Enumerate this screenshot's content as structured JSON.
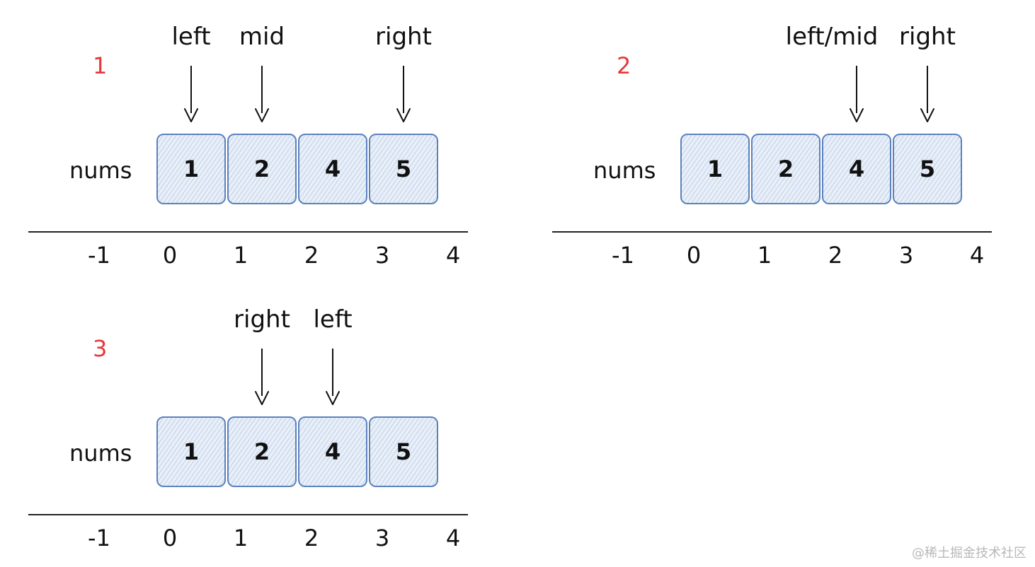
{
  "array_label": "nums",
  "array_values": [
    "1",
    "2",
    "4",
    "5"
  ],
  "tick_labels": [
    "-1",
    "0",
    "1",
    "2",
    "3",
    "4"
  ],
  "panels": [
    {
      "number": "1",
      "pointers": [
        {
          "label": "left",
          "index": 0
        },
        {
          "label": "mid",
          "index": 1
        },
        {
          "label": "right",
          "index": 3
        }
      ]
    },
    {
      "number": "2",
      "pointers": [
        {
          "label": "left/mid",
          "index": 2
        },
        {
          "label": "right",
          "index": 3
        }
      ]
    },
    {
      "number": "3",
      "pointers": [
        {
          "label": "right",
          "index": 1
        },
        {
          "label": "left",
          "index": 2
        }
      ]
    }
  ],
  "watermark": "@稀土掘金技术社区",
  "colors": {
    "panel_number": "#e8373a",
    "cell_border": "#5b82bd",
    "cell_fill": "#e8eff8",
    "text": "#111111"
  }
}
